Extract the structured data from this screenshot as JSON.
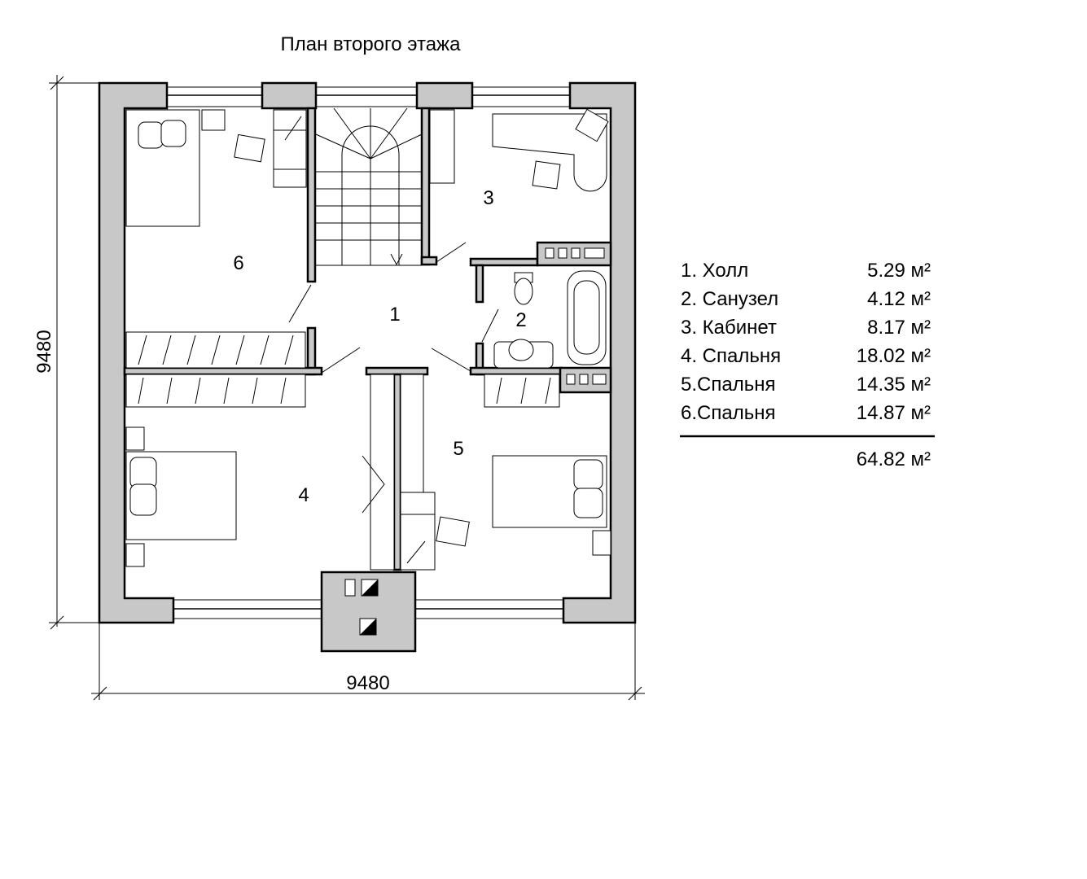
{
  "title": "План второго этажа",
  "dimensions": {
    "width": "9480",
    "height": "9480"
  },
  "room_numbers": [
    "1",
    "2",
    "3",
    "4",
    "5",
    "6"
  ],
  "legend": {
    "items": [
      {
        "name": "1. Холл",
        "area": "5.29 м²"
      },
      {
        "name": "2. Санузел",
        "area": "4.12 м²"
      },
      {
        "name": "3. Кабинет",
        "area": "8.17 м²"
      },
      {
        "name": "4. Спальня",
        "area": "18.02 м²"
      },
      {
        "name": "5.Спальня",
        "area": "14.35 м²"
      },
      {
        "name": "6.Спальня",
        "area": "14.87 м²"
      }
    ],
    "total": "64.82 м²"
  },
  "colors": {
    "wall_fill": "#c8c8c8",
    "line": "#000000"
  }
}
